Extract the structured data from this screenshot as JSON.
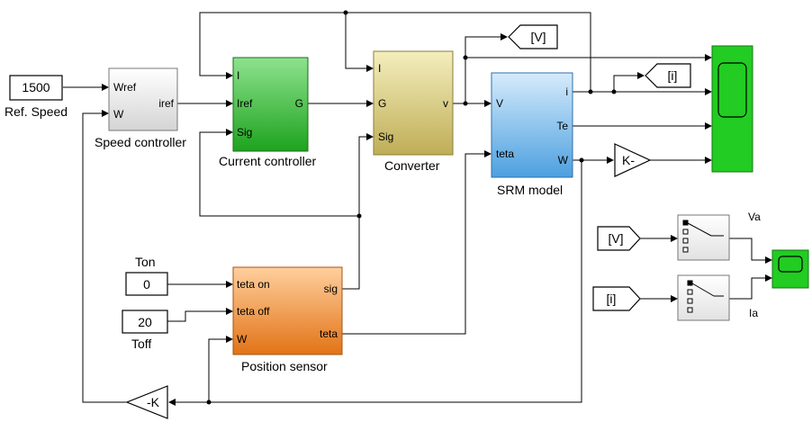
{
  "blocks": {
    "ref_speed": {
      "value": "1500",
      "label": "Ref. Speed"
    },
    "speed_controller": {
      "label": "Speed controller",
      "in_wref": "Wref",
      "in_w": "W",
      "out_iref": "iref"
    },
    "current_controller": {
      "label": "Current controller",
      "in_i": "I",
      "in_iref": "Iref",
      "in_sig": "Sig",
      "out_g": "G"
    },
    "converter": {
      "label": "Converter",
      "in_i": "I",
      "in_g": "G",
      "in_sig": "Sig",
      "out_v": "v"
    },
    "srm_model": {
      "label": "SRM model",
      "in_v": "V",
      "in_teta": "teta",
      "out_i": "i",
      "out_te": "Te",
      "out_w": "W"
    },
    "position_sensor": {
      "label": "Position sensor",
      "in_teta_on": "teta on",
      "in_teta_off": "teta off",
      "in_w": "W",
      "out_sig": "sig",
      "out_teta": "teta"
    },
    "ton": {
      "label": "Ton",
      "value": "0"
    },
    "toff": {
      "label": "Toff",
      "value": "20"
    },
    "goto_v": {
      "tag": "[V]"
    },
    "goto_i": {
      "tag": "[i]"
    },
    "from_v": {
      "tag": "[V]"
    },
    "from_i": {
      "tag": "[i]"
    },
    "gain_top": {
      "text": "K-"
    },
    "gain_bottom": {
      "text": "-K"
    },
    "scope_small": {
      "label_va": "Va",
      "label_ia": "Ia"
    }
  },
  "colors": {
    "line": "#000000",
    "green_scope": "#22cc22",
    "current_top": "#8ee28e",
    "current_bottom": "#1ea31e",
    "converter_top": "#f4eebd",
    "converter_bottom": "#bfae57",
    "srm_top": "#cfe6fb",
    "srm_bottom": "#4ca0df",
    "pos_top": "#ffcf9e",
    "pos_bottom": "#e27316"
  }
}
